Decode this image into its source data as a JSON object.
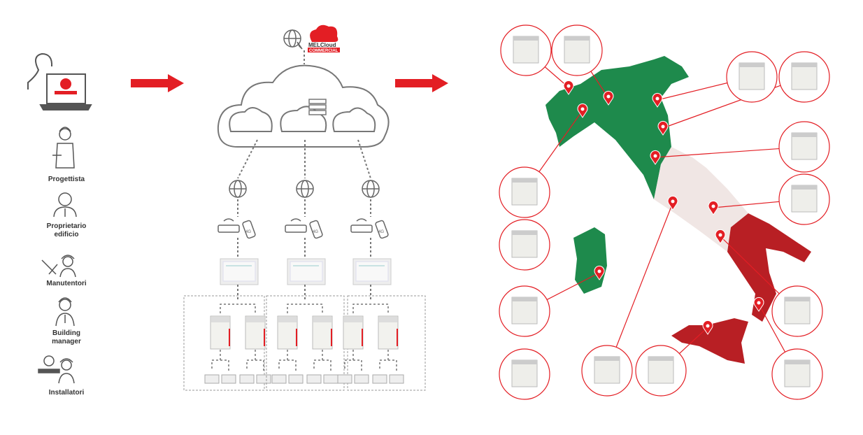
{
  "logo": {
    "name": "MELCloud",
    "sub": "COMMERCIAL"
  },
  "roles": [
    {
      "label": "Progettista"
    },
    {
      "label": "Proprietario edificio"
    },
    {
      "label": "Manutentori"
    },
    {
      "label": "Building manager"
    },
    {
      "label": "Installatori"
    }
  ],
  "device_badge": "4G",
  "colors": {
    "red": "#e31e24",
    "green": "#1e8a4c",
    "white_region": "#f0e6e4",
    "dark_red": "#b81f24",
    "gray": "#777777"
  }
}
